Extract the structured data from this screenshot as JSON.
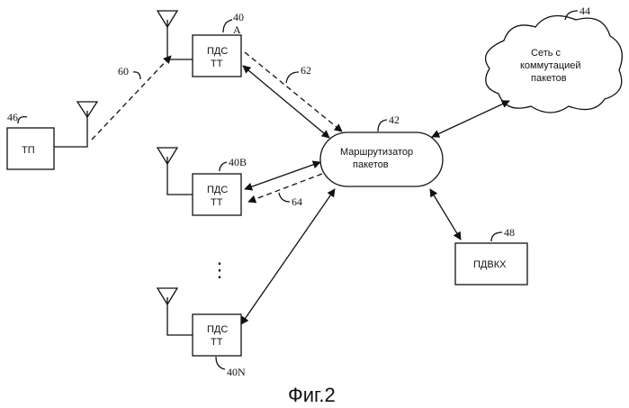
{
  "caption": "Фиг.2",
  "nodes": {
    "tp": {
      "label": "ТП",
      "ref": "46"
    },
    "station_a": {
      "label_line1": "ПДС",
      "label_line2": "ТТ",
      "ref": "40",
      "ref_suffix": "А"
    },
    "station_b": {
      "label_line1": "ПДС",
      "label_line2": "ТТ",
      "ref": "40В"
    },
    "station_n": {
      "label_line1": "ПДС",
      "label_line2": "ТТ",
      "ref": "40N"
    },
    "router": {
      "label_line1": "Маршрутизатор",
      "label_line2": "пакетов",
      "ref": "42"
    },
    "network": {
      "label_line1": "Сеть с",
      "label_line2": "коммутацией",
      "label_line3": "пакетов",
      "ref": "44"
    },
    "pdvkh": {
      "label": "ПДВКХ",
      "ref": "48"
    }
  },
  "links": {
    "wireless": "60",
    "path_a": "62",
    "path_b": "64"
  },
  "ellipsis": "⋮"
}
